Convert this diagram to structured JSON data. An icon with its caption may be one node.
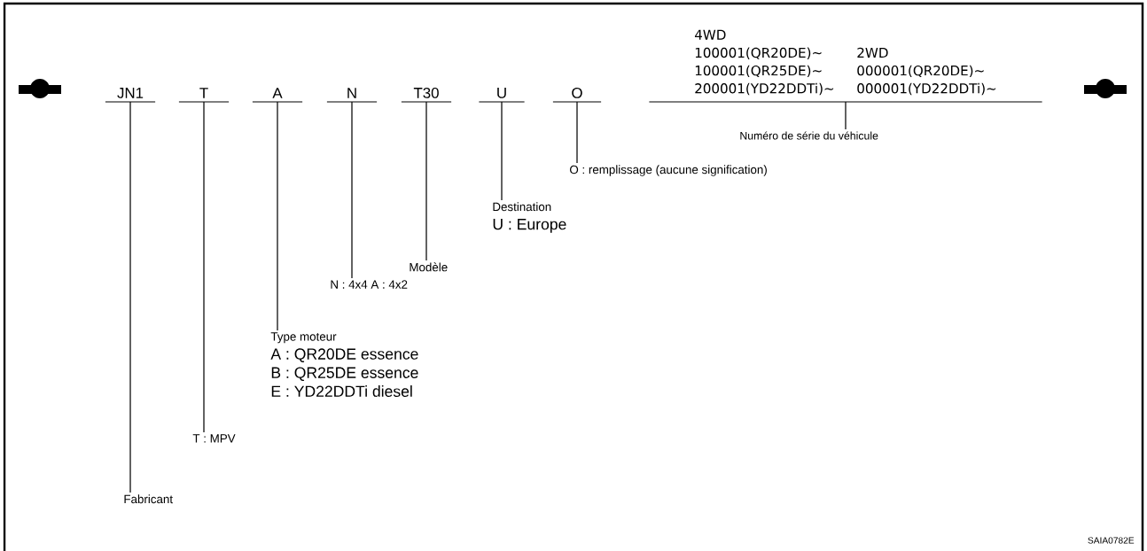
{
  "diagram": {
    "nodes": [
      {
        "text": [
          "JN1"
        ]
      },
      {
        "text": [
          "T"
        ]
      },
      {
        "text": [
          "A"
        ]
      },
      {
        "text": [
          "N"
        ]
      },
      {
        "text": [
          "T30"
        ]
      },
      {
        "text": [
          "U"
        ]
      },
      {
        "text": [
          "O"
        ]
      },
      {
        "text": [
          "4WD",
          "100001(QR20DE)∼",
          "100001(QR25DE)∼",
          "200001(YD22DDTi)∼",
          "2WD",
          "000001(QR20DE)∼",
          "000001(YD22DDTi)∼"
        ]
      },
      {
        "text": [
          "Fabricant"
        ]
      },
      {
        "text": [
          "T : MPV"
        ]
      },
      {
        "text": [
          "Type moteur",
          "A : QR20DE essence",
          "B : QR25DE essence",
          "E  : YD22DDTi diesel"
        ]
      },
      {
        "text": [
          "N : 4x4 A : 4x2"
        ]
      },
      {
        "text": [
          "Modèle"
        ]
      },
      {
        "text": [
          "Destination",
          "U : Europe"
        ]
      },
      {
        "text": [
          "O : remplissage (aucune signification)"
        ]
      },
      {
        "text": [
          "Numéro de série du véhicule"
        ]
      }
    ],
    "edges": [
      {
        "from": 0,
        "to": 8,
        "arrow": "none"
      },
      {
        "from": 1,
        "to": 9,
        "arrow": "none"
      },
      {
        "from": 2,
        "to": 10,
        "arrow": "none"
      },
      {
        "from": 3,
        "to": 11,
        "arrow": "none"
      },
      {
        "from": 4,
        "to": 12,
        "arrow": "none"
      },
      {
        "from": 5,
        "to": 13,
        "arrow": "none"
      },
      {
        "from": 6,
        "to": 14,
        "arrow": "none"
      },
      {
        "from": 7,
        "to": 15,
        "arrow": "none"
      }
    ],
    "labels": [
      "SAIA0782E"
    ]
  }
}
